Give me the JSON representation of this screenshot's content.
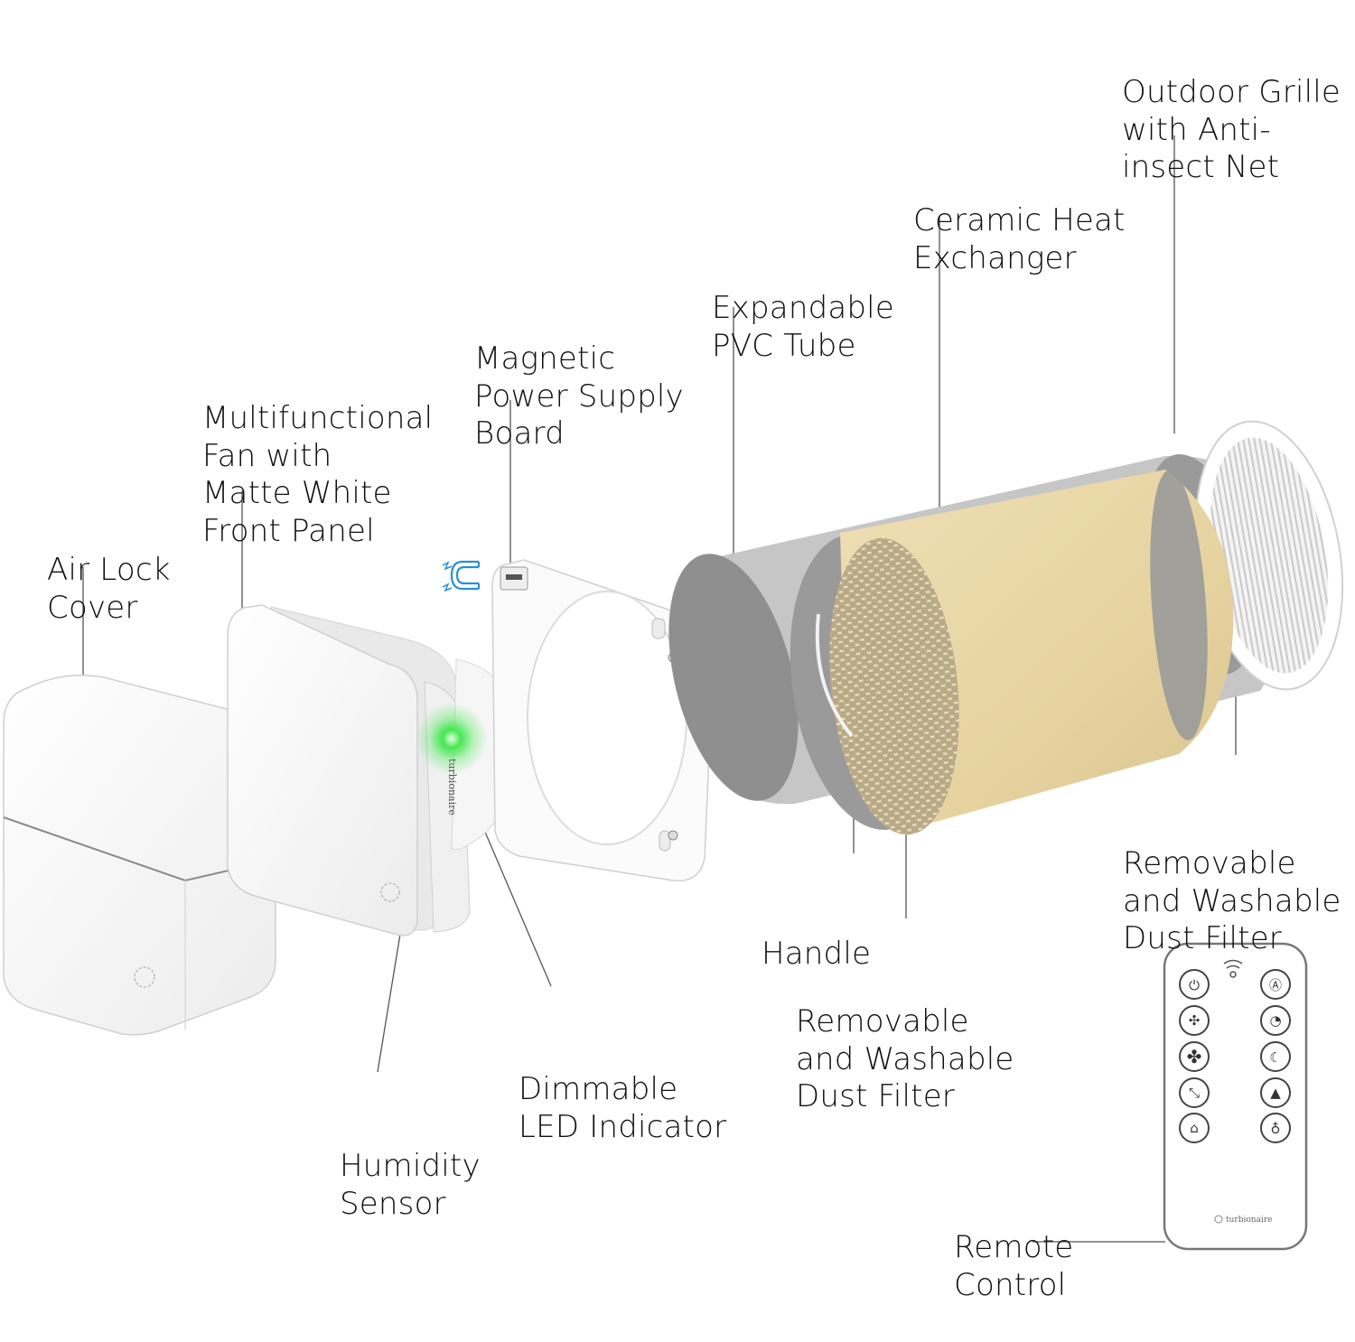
{
  "diagram": {
    "type": "exploded-product-diagram",
    "product_brand": "turbionaire",
    "remote_brand": "turbionaire",
    "accent_colors": {
      "led_green": "#3ee84a",
      "magnet_blue": "#2a8fd6",
      "ceramic": "#e8d7a8",
      "tube_gray": "#bdbdbd",
      "tube_inner_gray": "#8f8f8f",
      "leader_line": "#555555"
    }
  },
  "labels": {
    "outdoor_grille": [
      "Outdoor Grille",
      "with Anti-",
      "insect Net"
    ],
    "ceramic_heat_exchanger": [
      "Ceramic Heat",
      "Exchanger"
    ],
    "expandable_pvc_tube": [
      "Expandable",
      "PVC Tube"
    ],
    "magnetic_power_supply": [
      "Magnetic",
      "Power Supply",
      "Board"
    ],
    "multifunctional_fan": [
      "Multifunctional",
      "Fan with",
      "Matte White",
      "Front Panel"
    ],
    "air_lock_cover": [
      "Air Lock",
      "Cover"
    ],
    "removable_filter_right": [
      "Removable",
      "and Washable",
      "Dust Filter"
    ],
    "handle": [
      "Handle"
    ],
    "removable_filter_center": [
      "Removable",
      "and Washable",
      "Dust Filter"
    ],
    "dimmable_led": [
      "Dimmable",
      "LED Indicator"
    ],
    "humidity_sensor": [
      "Humidity",
      "Sensor"
    ],
    "remote_control": [
      "Remote",
      "Control"
    ]
  },
  "remote": {
    "buttons_left": [
      "power-icon",
      "fan-low-icon",
      "fan-high-icon",
      "airflow-direction-icon",
      "house-ventilation-icon"
    ],
    "buttons_right": [
      "auto-mode-icon",
      "timer-fan-icon",
      "night-mode-icon",
      "alarm-icon",
      "brightness-icon"
    ],
    "signal_icon": "wireless-signal-icon"
  }
}
